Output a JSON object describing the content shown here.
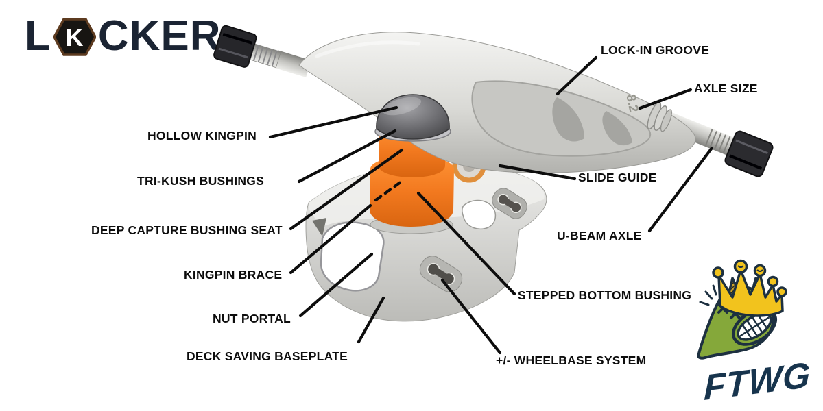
{
  "brand": {
    "prefix": "L",
    "glyph_letter": "K",
    "suffix": "CKER",
    "color": "#1b2433"
  },
  "diagram": {
    "subject": "LOCKER skateboard truck feature diagram",
    "axle_size_marking": "8.2",
    "callouts": [
      {
        "id": "lock-in-groove",
        "label": "LOCK-IN GROOVE"
      },
      {
        "id": "axle-size",
        "label": "AXLE SIZE"
      },
      {
        "id": "hollow-kingpin",
        "label": "HOLLOW KINGPIN"
      },
      {
        "id": "tri-kush-bushings",
        "label": "TRI-KUSH BUSHINGS"
      },
      {
        "id": "slide-guide",
        "label": "SLIDE GUIDE"
      },
      {
        "id": "deep-capture-bushing-seat",
        "label": "DEEP CAPTURE BUSHING SEAT"
      },
      {
        "id": "u-beam-axle",
        "label": "U-BEAM AXLE"
      },
      {
        "id": "kingpin-brace",
        "label": "KINGPIN BRACE"
      },
      {
        "id": "stepped-bottom-bushing",
        "label": "STEPPED BOTTOM BUSHING"
      },
      {
        "id": "nut-portal",
        "label": "NUT PORTAL"
      },
      {
        "id": "wheelbase-system",
        "label": "+/- WHEELBASE SYSTEM"
      },
      {
        "id": "deck-saving-baseplate",
        "label": "DECK SAVING BASEPLATE"
      }
    ]
  },
  "badge": {
    "text": "FTWG"
  },
  "colors": {
    "label_text": "#0d0d0d",
    "leader_line": "#0d0d0d",
    "truck_silver": "#d6d6d2",
    "bushing_orange": "#f2791f",
    "kingpin_dark": "#4c4c4e",
    "crown_yellow": "#f2c31d",
    "badge_green": "#85a83a",
    "badge_outline": "#1d3040"
  }
}
